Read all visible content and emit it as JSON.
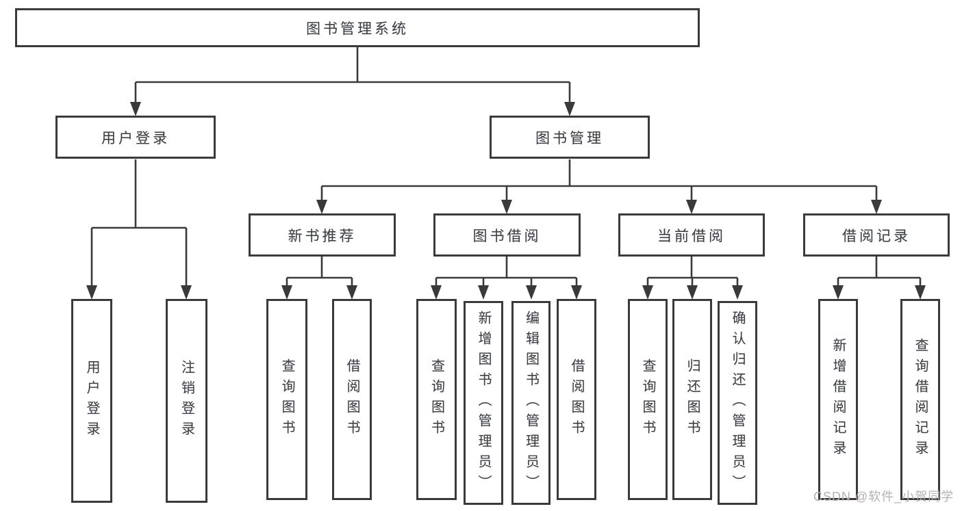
{
  "watermark": "CSDN @软件_小贺同学",
  "colors": {
    "line": "#3a3a3a",
    "text": "#3d3d3d",
    "watermark": "#b7afb1",
    "background": "#ffffff"
  },
  "tree": {
    "root": {
      "label": "图书管理系统",
      "children": [
        {
          "label": "用户登录",
          "children": [
            {
              "label": "用户登录"
            },
            {
              "label": "注销登录"
            }
          ]
        },
        {
          "label": "图书管理",
          "children": [
            {
              "label": "新书推荐",
              "children": [
                {
                  "label": "查询图书"
                },
                {
                  "label": "借阅图书"
                }
              ]
            },
            {
              "label": "图书借阅",
              "children": [
                {
                  "label": "查询图书"
                },
                {
                  "label": "新增图书（管理员）"
                },
                {
                  "label": "编辑图书（管理员）"
                },
                {
                  "label": "借阅图书"
                }
              ]
            },
            {
              "label": "当前借阅",
              "children": [
                {
                  "label": "查询图书"
                },
                {
                  "label": "归还图书"
                },
                {
                  "label": "确认归还（管理员）"
                }
              ]
            },
            {
              "label": "借阅记录",
              "children": [
                {
                  "label": "新增借阅记录"
                },
                {
                  "label": "查询借阅记录"
                }
              ]
            }
          ]
        }
      ]
    }
  }
}
